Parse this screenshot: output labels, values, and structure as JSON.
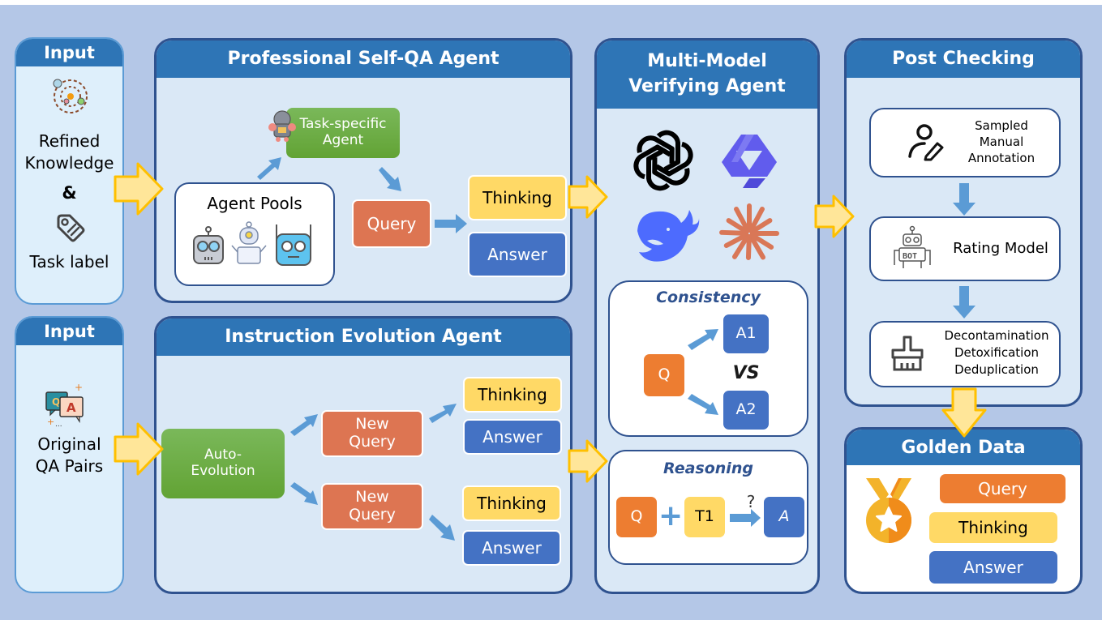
{
  "input1": {
    "header": "Input",
    "line1": "Refined",
    "line2": "Knowledge",
    "amp": "&",
    "label": "Task label"
  },
  "input2": {
    "header": "Input",
    "line1": "Original",
    "line2": "QA Pairs"
  },
  "selfqa": {
    "header": "Professional Self-QA Agent",
    "task_agent_l1": "Task-specific",
    "task_agent_l2": "Agent",
    "agent_pools": "Agent Pools",
    "query": "Query",
    "thinking": "Thinking",
    "answer": "Answer"
  },
  "evolution": {
    "header": "Instruction Evolution Agent",
    "auto_l1": "Auto-",
    "auto_l2": "Evolution",
    "newq_l1": "New",
    "newq_l2": "Query",
    "thinking": "Thinking",
    "answer": "Answer"
  },
  "verify": {
    "header_l1": "Multi-Model",
    "header_l2": "Verifying Agent",
    "consistency": {
      "title": "Consistency",
      "q": "Q",
      "a1": "A1",
      "vs": "VS",
      "a2": "A2"
    },
    "reasoning": {
      "title": "Reasoning",
      "q": "Q",
      "plus": "+",
      "t1": "T1",
      "question": "?",
      "a": "A"
    }
  },
  "post": {
    "header": "Post Checking",
    "sampled_l1": "Sampled",
    "sampled_l2": "Manual",
    "sampled_l3": "Annotation",
    "rating": "Rating Model",
    "bot_label": "BOT",
    "clean_l1": "Decontamination",
    "clean_l2": "Detoxification",
    "clean_l3": "Deduplication"
  },
  "golden": {
    "header": "Golden Data",
    "query": "Query",
    "thinking": "Thinking",
    "answer": "Answer"
  }
}
